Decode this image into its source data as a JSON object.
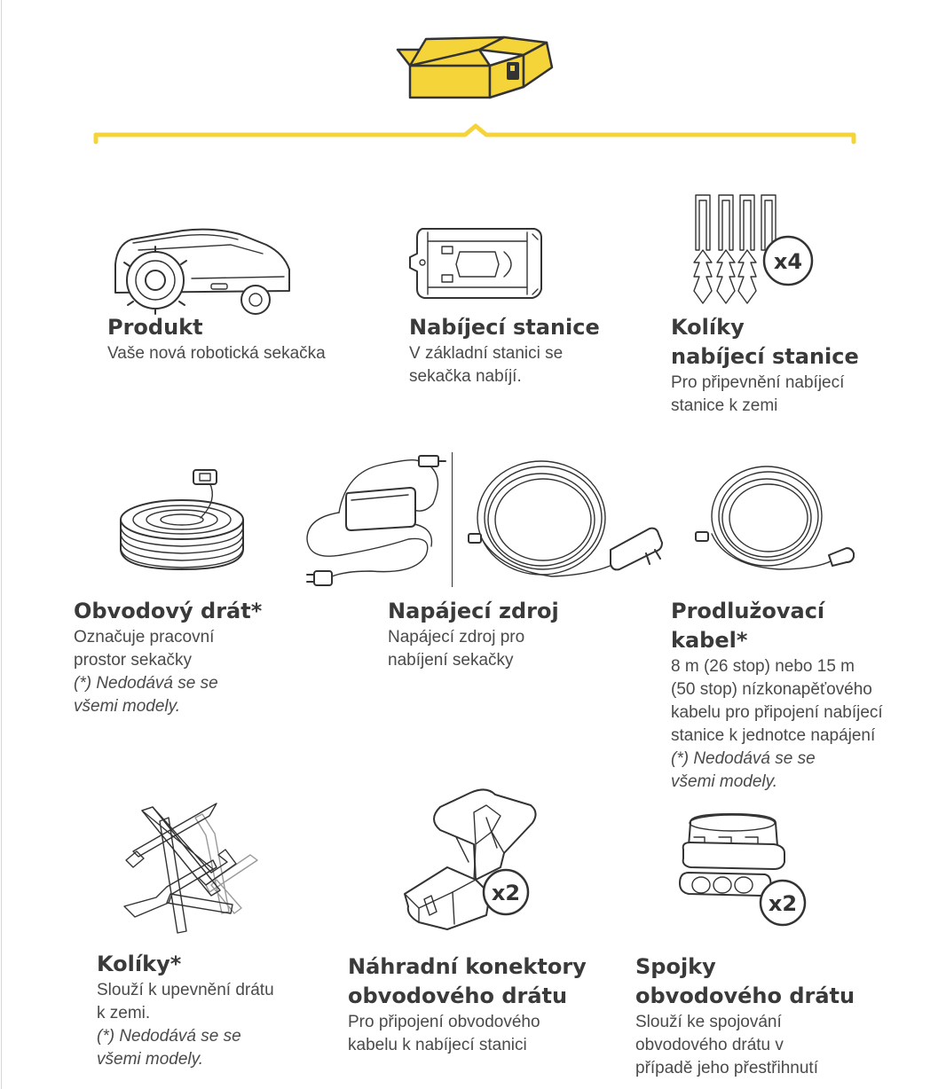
{
  "colors": {
    "accent": "#f5d43a",
    "text": "#4a4a4a",
    "heading": "#3a3a3a"
  },
  "header": {
    "box_icon": "box-icon",
    "divider": "yellow-bracket"
  },
  "items": [
    {
      "title": "Produkt",
      "desc": "Vaše nová robotická sekačka",
      "icon": "robot-mower-icon"
    },
    {
      "title": "Nabíjecí stanice",
      "desc_lines": [
        "V základní stanici se",
        "sekačka nabíjí."
      ],
      "icon": "charging-station-icon"
    },
    {
      "title_lines": [
        "Kolíky",
        "nabíjecí stanice"
      ],
      "desc_lines": [
        "Pro připevnění nabíjecí",
        "stanice k zemi"
      ],
      "badge": "x4",
      "icon": "station-pegs-icon"
    },
    {
      "title": "Obvodový drát*",
      "desc_lines": [
        "Označuje pracovní",
        "prostor sekačky"
      ],
      "note_lines": [
        "(*) Nedodává se se",
        "všemi modely."
      ],
      "icon": "wire-coil-icon"
    },
    {
      "title": "Napájecí zdroj",
      "desc_lines": [
        "Napájecí zdroj pro",
        "nabíjení sekačky"
      ],
      "icon": "power-supply-icon"
    },
    {
      "title_lines": [
        "Prodlužovací",
        "kabel*"
      ],
      "desc_lines": [
        "8 m (26 stop) nebo 15 m",
        "(50 stop) nízkonapěťového",
        "kabelu pro připojení nabíjecí",
        "stanice k jednotce napájení"
      ],
      "note_lines": [
        "(*) Nedodává se se",
        "všemi modely."
      ],
      "icon": "extension-cable-icon"
    },
    {
      "title": "Kolíky*",
      "desc_lines": [
        "Slouží k upevnění drátu",
        "k zemi."
      ],
      "note_lines": [
        "(*) Nedodává se se",
        "všemi modely."
      ],
      "icon": "wire-pegs-icon"
    },
    {
      "title_lines": [
        "Náhradní konektory",
        "obvodového drátu"
      ],
      "desc_lines": [
        "Pro připojení obvodového",
        "kabelu k nabíjecí stanici"
      ],
      "badge": "x2",
      "icon": "connector-icon"
    },
    {
      "title_lines": [
        "Spojky",
        "obvodového drátu"
      ],
      "desc_lines": [
        "Slouží ke spojování",
        "obvodového drátu v",
        "případě jeho přestřihnutí"
      ],
      "badge": "x2",
      "icon": "coupler-icon"
    }
  ]
}
